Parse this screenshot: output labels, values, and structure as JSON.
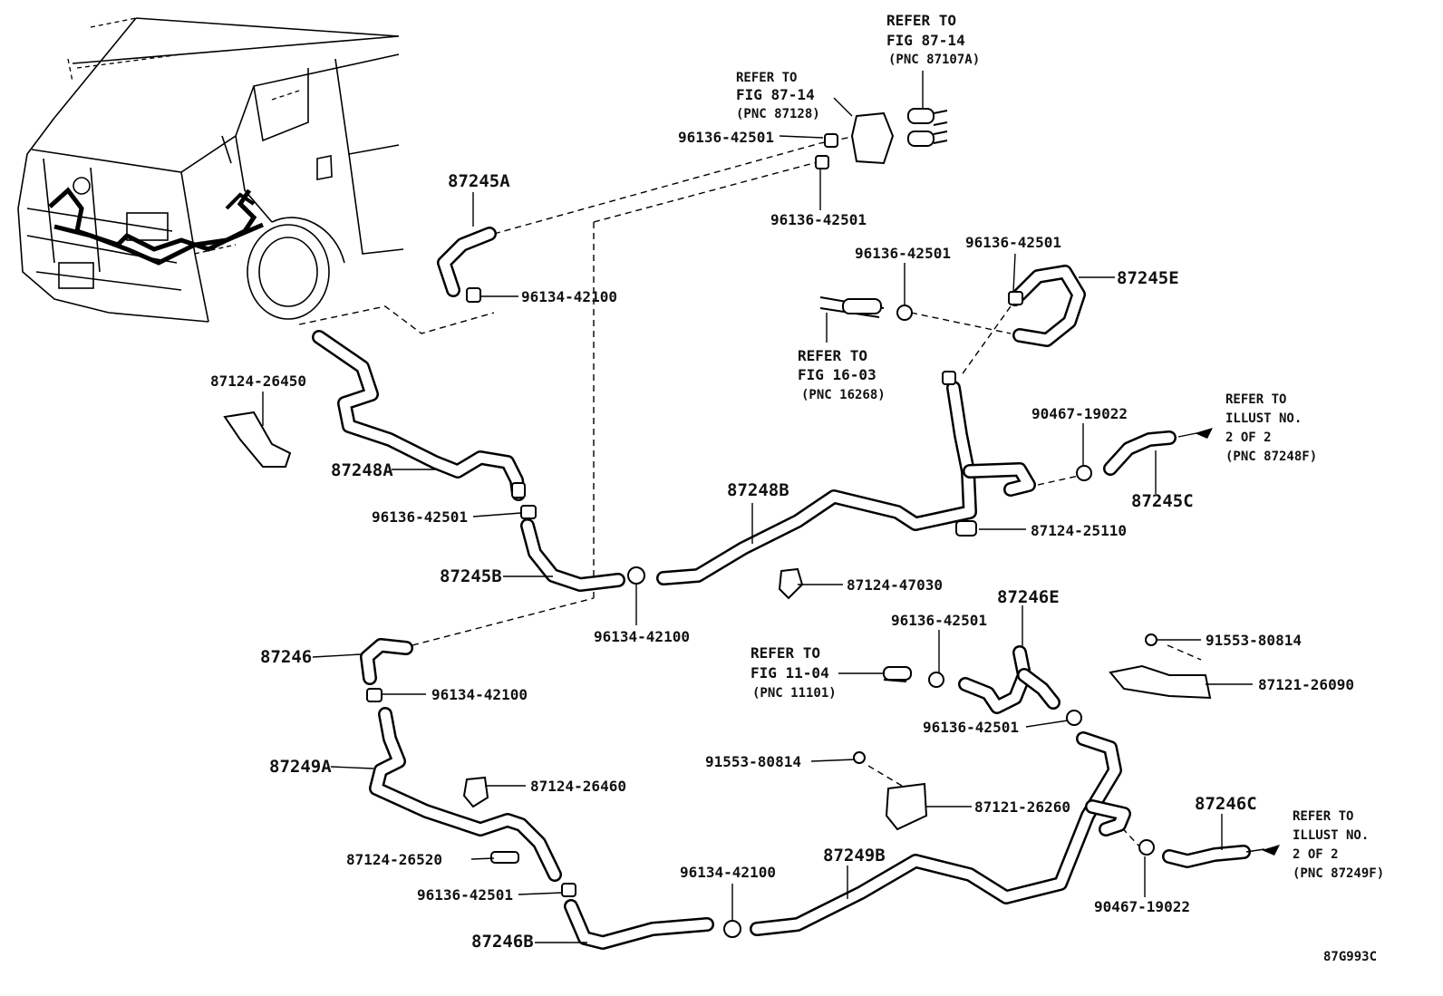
{
  "diagram_code": "87G993C",
  "refs": {
    "fig_87_14_a": [
      "REFER TO",
      "FIG 87-14",
      "(PNC 87107A)"
    ],
    "fig_87_14_b": [
      "REFER TO",
      "FIG 87-14",
      "(PNC 87128)"
    ],
    "fig_16_03": [
      "REFER TO",
      "FIG 16-03",
      "(PNC 16268)"
    ],
    "illust_87248f": [
      "REFER TO",
      "ILLUST NO.",
      "2 OF 2",
      "(PNC 87248F)"
    ],
    "fig_11_04": [
      "REFER TO",
      "FIG 11-04",
      "(PNC 11101)"
    ],
    "illust_87249f": [
      "REFER TO",
      "ILLUST NO.",
      "2 OF 2",
      "(PNC 87249F)"
    ]
  },
  "parts": {
    "p87245A": "87245A",
    "p87245E": "87245E",
    "p87245C": "87245C",
    "p87245B": "87245B",
    "p87248A": "87248A",
    "p87248B": "87248B",
    "p87246": "87246",
    "p87246E": "87246E",
    "p87246C": "87246C",
    "p87246B": "87246B",
    "p87249A": "87249A",
    "p87249B": "87249B"
  },
  "clips": {
    "c96136_a": "96136-42501",
    "c96136_b": "96136-42501",
    "c96136_c": "96136-42501",
    "c96136_d": "96136-42501",
    "c96136_e": "96136-42501",
    "c96136_f": "96136-42501",
    "c96136_g": "96136-42501",
    "c96136_h": "96136-42501",
    "c96134_a": "96134-42100",
    "c96134_b": "96134-42100",
    "c96134_c": "96134-42100",
    "c96134_d": "96134-42100",
    "c90467_a": "90467-19022",
    "c90467_b": "90467-19022",
    "c87124_26450": "87124-26450",
    "c87124_25110": "87124-25110",
    "c87124_47030": "87124-47030",
    "c87124_26460": "87124-26460",
    "c87124_26520": "87124-26520",
    "c91553_a": "91553-80814",
    "c91553_b": "91553-80814",
    "c87121_26090": "87121-26090",
    "c87121_26260": "87121-26260"
  }
}
